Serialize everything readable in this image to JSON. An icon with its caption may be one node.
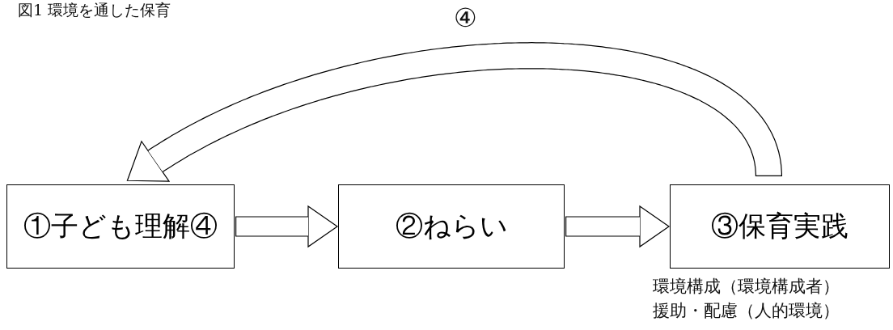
{
  "diagram": {
    "title": "図1 環境を通した保育",
    "nodes": [
      {
        "text": [
          "①子ども理解④"
        ]
      },
      {
        "text": [
          "②ねらい"
        ]
      },
      {
        "text": [
          "③保育実践"
        ],
        "beside": [
          "環境構成（環境構成者）",
          "援助・配慮（人的環境）"
        ]
      }
    ],
    "edges": [
      {
        "from": 0,
        "to": 1,
        "arrow": "to"
      },
      {
        "from": 1,
        "to": 2,
        "arrow": "to"
      },
      {
        "from": 2,
        "to": 0,
        "arrow": "to",
        "label": "④"
      }
    ]
  }
}
